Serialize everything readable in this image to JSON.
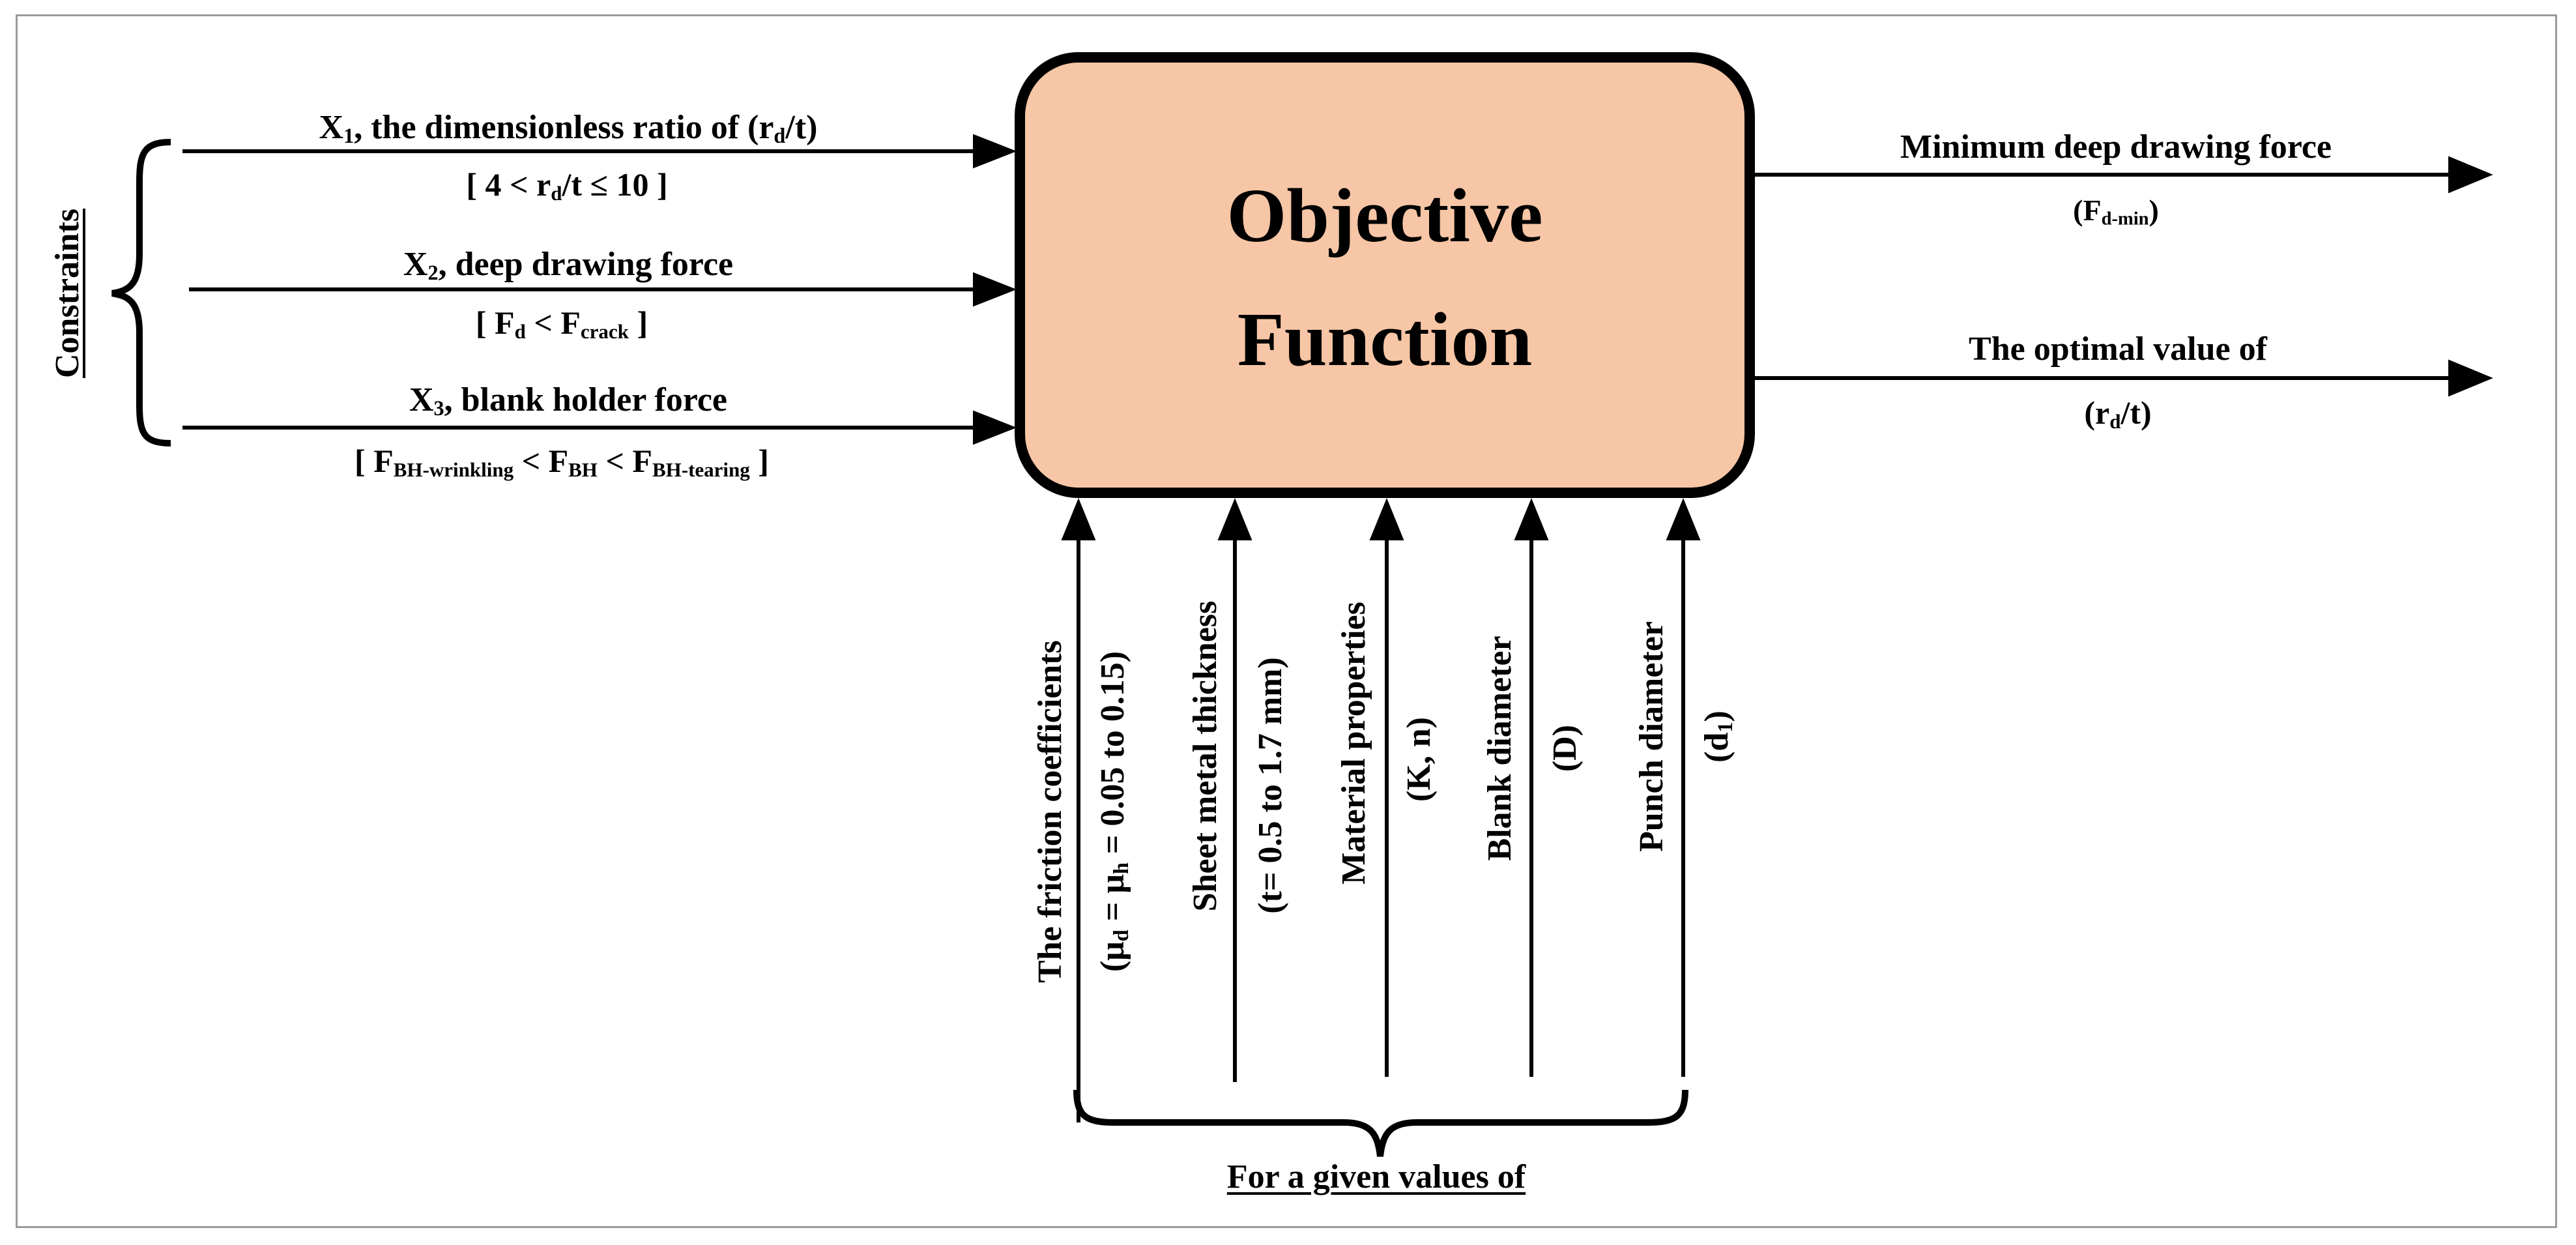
{
  "colors": {
    "box_fill": "#f7c6a6",
    "stroke": "#000000",
    "frame": "#9a9a9a"
  },
  "box": {
    "line1": "Objective",
    "line2": "Function"
  },
  "constraints": {
    "label": "Constraints",
    "x1": {
      "name": "X",
      "sub": "1",
      "desc": ", the dimensionless ratio of (r",
      "desc_sub": "d",
      "desc_end": "/t)",
      "range_a": "[ 4 < r",
      "range_sub": "d",
      "range_b": "/t ≤ 10 ]"
    },
    "x2": {
      "name": "X",
      "sub": "2",
      "desc": ", deep drawing force",
      "range_a": "[ F",
      "range_sub1": "d",
      "range_b": " < F",
      "range_sub2": "crack",
      "range_c": " ]"
    },
    "x3": {
      "name": "X",
      "sub": "3",
      "desc": ", blank holder force",
      "range_a": "[ F",
      "range_sub1": "BH-wrinkling",
      "range_b": " < F",
      "range_sub2": "BH",
      "range_c": " < F",
      "range_sub3": "BH-tearing",
      "range_d": " ]"
    }
  },
  "outputs": {
    "out1": {
      "title": "Minimum deep drawing force",
      "sym_a": "(F",
      "sym_sub": "d-min",
      "sym_b": ")"
    },
    "out2": {
      "title": "The optimal value of",
      "sym_a": "(r",
      "sym_sub": "d",
      "sym_b": "/t)"
    }
  },
  "given": {
    "label": "For a given values of",
    "friction": {
      "line1": "The friction coefficients",
      "l2a": "(μ",
      "l2s1": "d",
      "l2b": " = μ",
      "l2s2": "h",
      "l2c": " = 0.05 to 0.15)"
    },
    "thickness": {
      "line1": "Sheet metal thickness",
      "line2": "(t= 0.5 to 1.7 mm)"
    },
    "material": {
      "line1": "Material properties",
      "line2": "(K, n)"
    },
    "blank": {
      "line1": "Blank diameter",
      "line2": "(D)"
    },
    "punch": {
      "line1": "Punch diameter",
      "l2a": "(d",
      "l2s": "1",
      "l2b": ")"
    }
  }
}
